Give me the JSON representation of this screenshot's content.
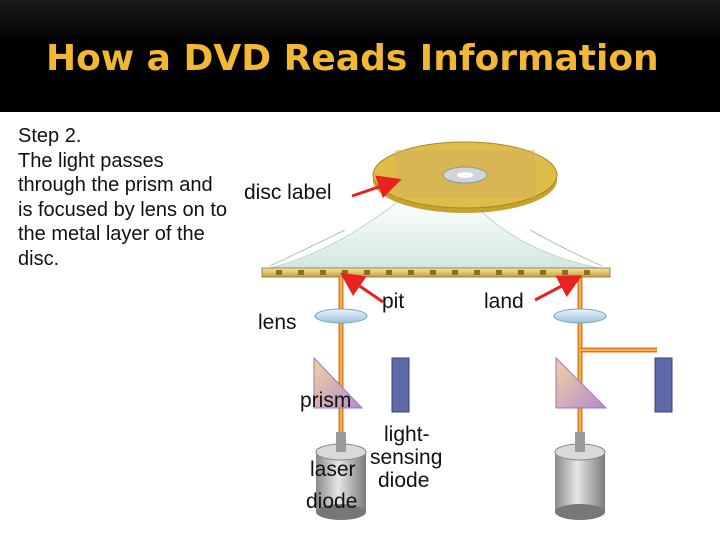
{
  "slide": {
    "title": "How a DVD Reads Information",
    "step_text": "Step 2.\nThe light passes through the prism and is focused by lens on to the metal layer of the disc."
  },
  "diagram": {
    "labels": {
      "disc_label": "disc label",
      "pit": "pit",
      "land": "land",
      "lens": "lens",
      "prism": "prism",
      "light_sensing_line1": "light-",
      "light_sensing_line2": "sensing",
      "light_sensing_line3": "diode",
      "laser": "laser",
      "laser_diode": "diode"
    }
  },
  "colors": {
    "title": "#f2b735",
    "arrow": "#e8231f",
    "disc": "#d8b23a",
    "beam": "#e07a1a",
    "sensor": "#5f6aa8"
  }
}
